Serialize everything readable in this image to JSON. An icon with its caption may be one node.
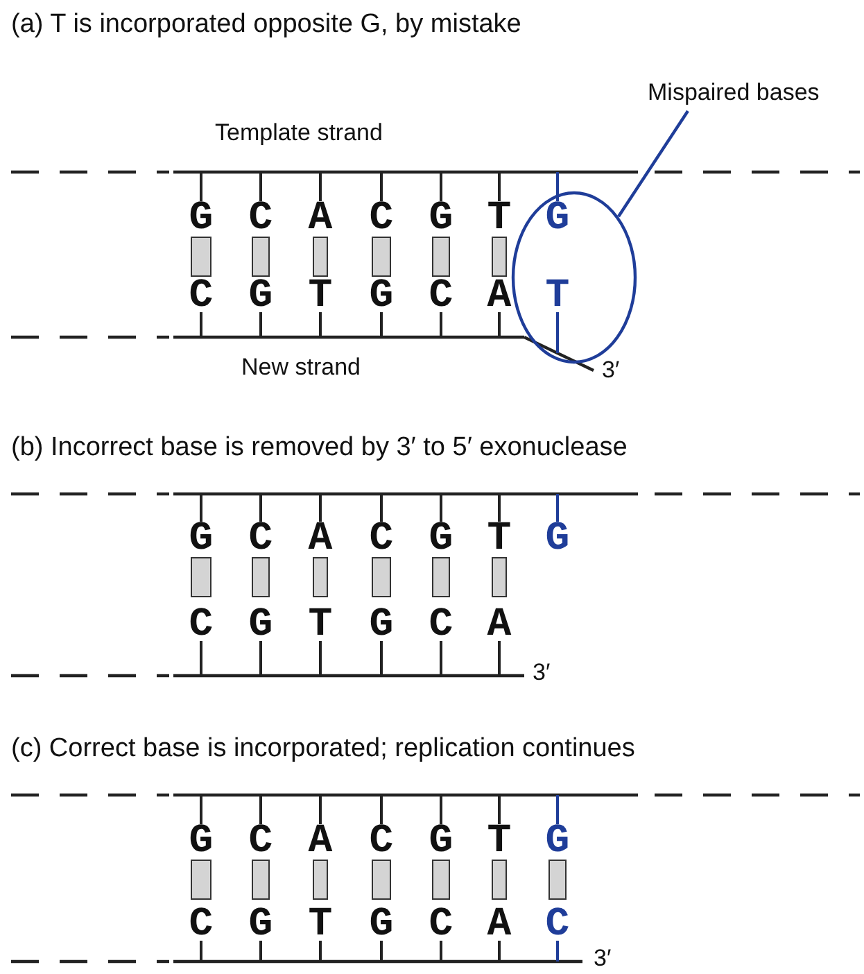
{
  "diagram": {
    "nodes": [
      {
        "text": [
          "Mispaired bases"
        ]
      },
      {
        "text": [],
        "shape": "ellipse"
      }
    ],
    "edges": [
      {
        "from": 0,
        "to": 1,
        "arrow": "none"
      }
    ],
    "labels": [
      "(a) T is incorporated opposite G, by mistake",
      "Template strand",
      "G",
      "C",
      "A",
      "C",
      "G",
      "T",
      "G",
      "C",
      "G",
      "T",
      "G",
      "C",
      "A",
      "T",
      "New strand",
      "3′",
      "(b) Incorrect base is removed by 3′ to 5′ exonuclease",
      "G",
      "C",
      "A",
      "C",
      "G",
      "T",
      "G",
      "C",
      "G",
      "T",
      "G",
      "C",
      "A",
      "3′",
      "(c) Correct base is incorporated; replication continues",
      "G",
      "C",
      "A",
      "C",
      "G",
      "T",
      "G",
      "C",
      "G",
      "T",
      "G",
      "C",
      "A",
      "C",
      "3′"
    ]
  }
}
